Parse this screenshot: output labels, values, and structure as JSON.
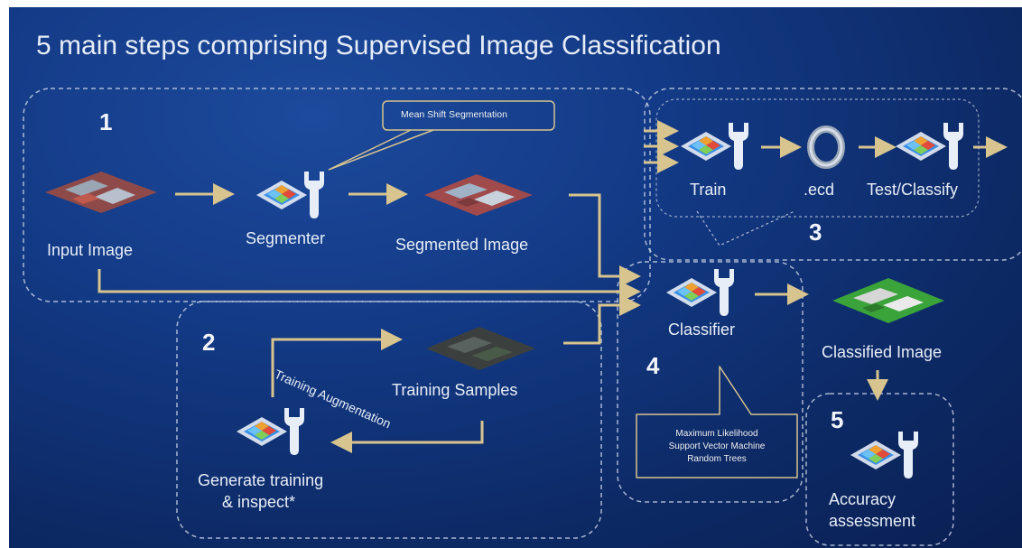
{
  "title": "5 main steps comprising Supervised Image Classification",
  "steps": {
    "s1": "1",
    "s2": "2",
    "s3": "3",
    "s4": "4",
    "s5": "5"
  },
  "labels": {
    "input_image": "Input Image",
    "segmenter": "Segmenter",
    "segmented_image": "Segmented Image",
    "mean_shift": "Mean Shift Segmentation",
    "train": "Train",
    "ecd": ".ecd",
    "test_classify": "Test/Classify",
    "classifier": "Classifier",
    "classified_image": "Classified Image",
    "training_samples": "Training Samples",
    "training_augmentation": "Training Augmentation",
    "generate_line1": "Generate training",
    "generate_line2": "& inspect*",
    "accuracy_line1": "Accuracy",
    "accuracy_line2": "assessment"
  },
  "classifier_methods": [
    "Maximum Likelihood",
    "Support Vector Machine",
    "Random Trees"
  ],
  "colors": {
    "background": "#133a86",
    "arrow": "#d8c48e",
    "dashed": "#cfd8ea",
    "icon_blue": "#2f8fe0"
  }
}
